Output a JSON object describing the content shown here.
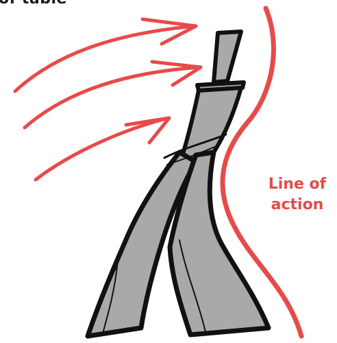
{
  "caption": {
    "text": "of table"
  },
  "line_of_action": {
    "line1": "Line of",
    "line2": "action"
  },
  "colors": {
    "accent_red": "#e84a4a",
    "figure_fill": "#a9a9a9",
    "ink": "#111111"
  }
}
